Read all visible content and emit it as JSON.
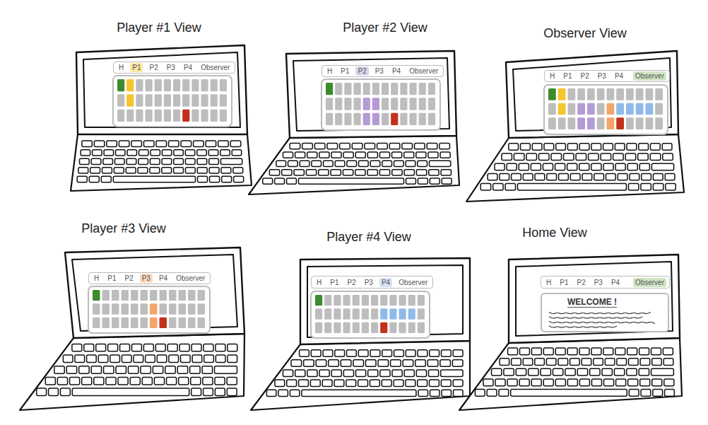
{
  "diagram": {
    "nodes": [
      {
        "text": [
          "Player #1 View"
        ]
      },
      {
        "text": [
          "H",
          "P1",
          "P2",
          "P3",
          "P4",
          "Observer"
        ],
        "in": 0
      },
      {
        "text": [
          "Player #2 View"
        ]
      },
      {
        "text": [
          "H",
          "P1",
          "P2",
          "P3",
          "P4",
          "Observer"
        ],
        "in": 2
      },
      {
        "text": [
          "Observer View"
        ]
      },
      {
        "text": [
          "H",
          "P1",
          "P2",
          "P3",
          "P4",
          "Observer"
        ],
        "in": 4
      },
      {
        "text": [
          "Player #3 View"
        ]
      },
      {
        "text": [
          "H",
          "P1",
          "P2",
          "P3",
          "P4",
          "Observer"
        ],
        "in": 6
      },
      {
        "text": [
          "Player #4 View"
        ]
      },
      {
        "text": [
          "H",
          "P1",
          "P2",
          "P3",
          "P4",
          "Observer"
        ],
        "in": 8
      },
      {
        "text": [
          "Home View"
        ]
      },
      {
        "text": [
          "H",
          "P1",
          "P2",
          "P3",
          "P4",
          "Observer"
        ],
        "in": 10
      },
      {
        "text": [
          "WELCOME !"
        ],
        "in": 10
      }
    ]
  }
}
